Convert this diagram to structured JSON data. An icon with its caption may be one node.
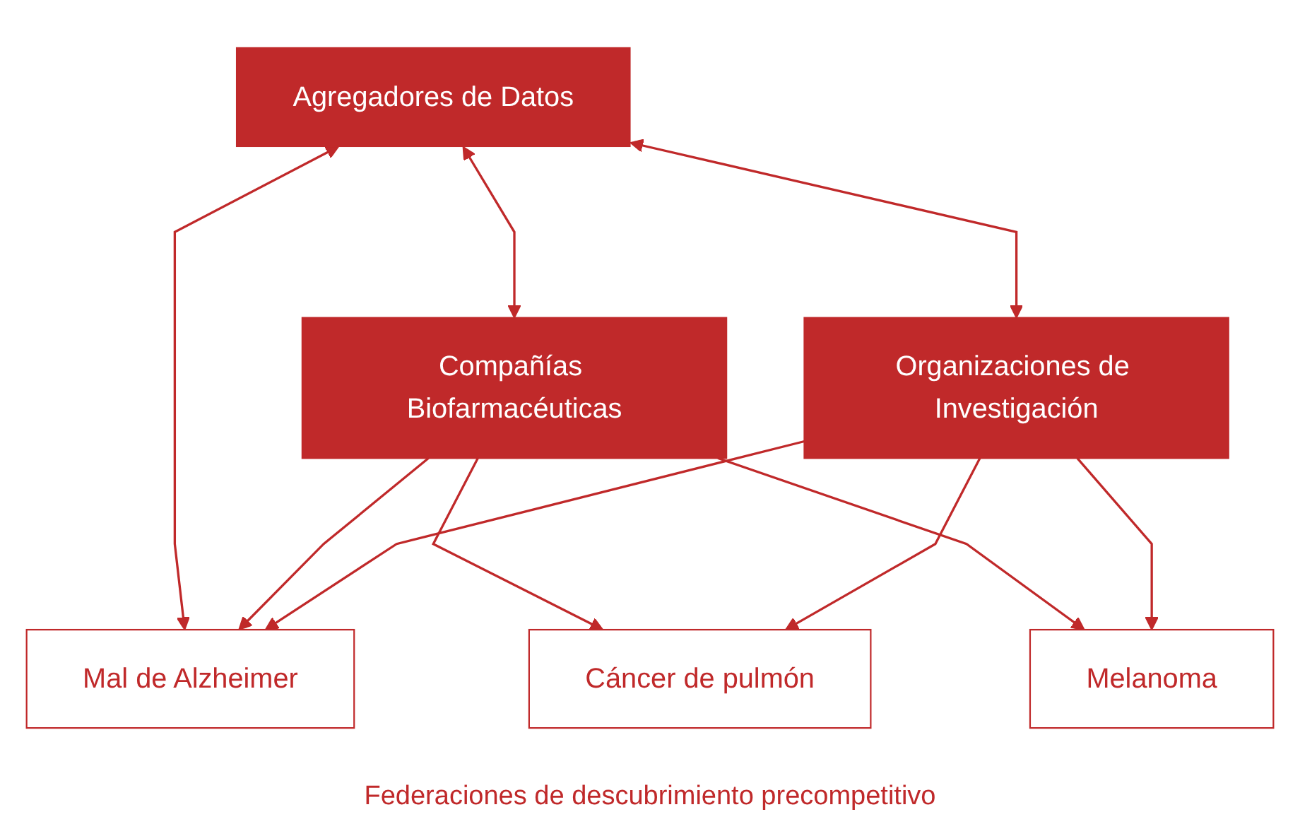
{
  "diagram": {
    "caption": "Federaciones de descubrimiento precompetitivo",
    "nodes": [
      {
        "text": [
          "Agregadores de Datos"
        ]
      },
      {
        "text": [
          "Compañías Biofarmacéuticas"
        ]
      },
      {
        "text": [
          "Organizaciones de Investigación"
        ]
      },
      {
        "text": [
          "Mal de Alzheimer"
        ]
      },
      {
        "text": [
          "Cáncer de pulmón"
        ]
      },
      {
        "text": [
          "Melanoma"
        ]
      }
    ],
    "edges": [
      {
        "from": 0,
        "to": 1,
        "arrow": "both"
      },
      {
        "from": 0,
        "to": 2,
        "arrow": "both"
      },
      {
        "from": 0,
        "to": 3,
        "arrow": "both"
      },
      {
        "from": 1,
        "to": 3,
        "arrow": "to"
      },
      {
        "from": 1,
        "to": 4,
        "arrow": "to"
      },
      {
        "from": 1,
        "to": 5,
        "arrow": "to"
      },
      {
        "from": 2,
        "to": 3,
        "arrow": "to"
      },
      {
        "from": 2,
        "to": 4,
        "arrow": "to"
      },
      {
        "from": 2,
        "to": 5,
        "arrow": "to"
      }
    ]
  }
}
